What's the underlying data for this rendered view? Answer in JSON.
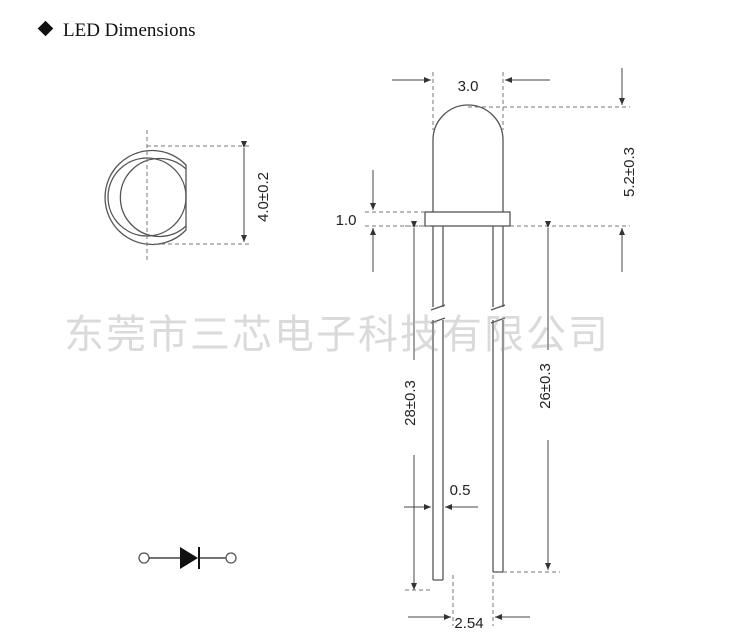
{
  "title": "LED Dimensions",
  "watermark": "东莞市三芯电子科技有限公司",
  "dimensions": {
    "lens_diameter": "3.0",
    "lens_height": "5.2±0.3",
    "flange_thickness": "1.0",
    "flange_diameter": "4.0±0.2",
    "long_lead": "28±0.3",
    "short_lead": "26±0.3",
    "lead_width": "0.5",
    "lead_spacing": "2.54"
  },
  "icons": [
    "diamond-bullet-icon",
    "diode-symbol-icon"
  ]
}
